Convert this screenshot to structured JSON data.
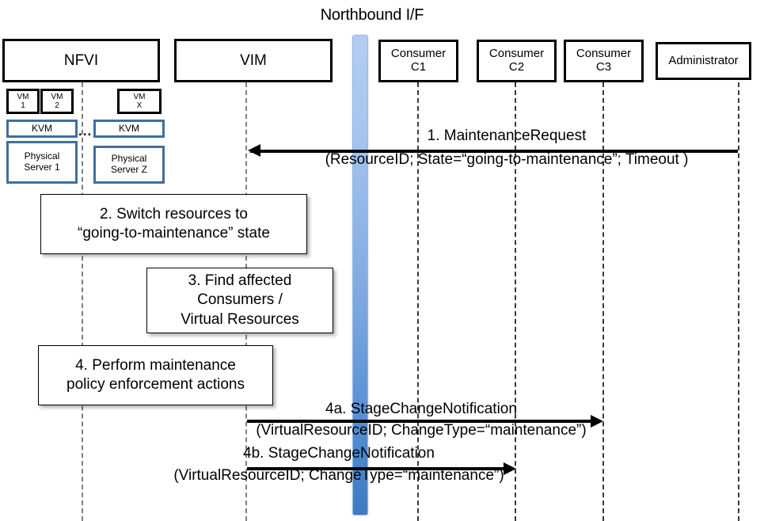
{
  "diagram": {
    "title": "Northbound I/F",
    "type": "sequence-diagram"
  },
  "participants": [
    {
      "key": "nfvi",
      "label": "NFVI"
    },
    {
      "key": "vim",
      "label": "VIM"
    },
    {
      "key": "consumer_c1",
      "label": "Consumer\nC1"
    },
    {
      "key": "consumer_c2",
      "label": "Consumer\nC2"
    },
    {
      "key": "consumer_c3",
      "label": "Consumer\nC3"
    },
    {
      "key": "administrator",
      "label": "Administrator"
    }
  ],
  "nfvi_stack": {
    "vms": [
      {
        "key": "vm1",
        "label": "VM\n1"
      },
      {
        "key": "vm2",
        "label": "VM\n2"
      },
      {
        "key": "vmx",
        "label": "VM\nX"
      }
    ],
    "hypervisors": [
      {
        "key": "kvm_left",
        "label": "KVM"
      },
      {
        "key": "kvm_right",
        "label": "KVM"
      }
    ],
    "servers": [
      {
        "key": "server_1",
        "label": "Physical\nServer 1"
      },
      {
        "key": "server_z",
        "label": "Physical\nServer Z"
      }
    ],
    "ellipsis": "..."
  },
  "steps": [
    {
      "key": "step2",
      "label": "2. Switch resources to\n“going-to-maintenance” state"
    },
    {
      "key": "step3",
      "label": "3. Find affected\nConsumers /\nVirtual Resources"
    },
    {
      "key": "step4",
      "label": "4. Perform maintenance\npolicy enforcement actions"
    }
  ],
  "messages": [
    {
      "key": "msg1",
      "line1": "1.   MaintenanceRequest",
      "line2": "(ResourceID; State=“going-to-maintenance”; Timeout )",
      "from": "administrator",
      "to": "vim",
      "direction": "left"
    },
    {
      "key": "msg4a",
      "line1": "4a. StageChangeNotification",
      "line2": "(VirtualResourceID; ChangeType=“maintenance”)",
      "from": "vim",
      "to": "consumer_c3",
      "direction": "right"
    },
    {
      "key": "msg4b",
      "line1": "4b. StageChangeNotification",
      "line2": "(VirtualResourceID; ChangeType=“maintenance”)",
      "from": "vim",
      "to": "consumer_c2",
      "direction": "right"
    }
  ],
  "colors": {
    "accent_blue": "#4a87ce",
    "box_blue_border": "#3f6f9f",
    "line_black": "#000000",
    "lifeline_gray": "#808080"
  }
}
